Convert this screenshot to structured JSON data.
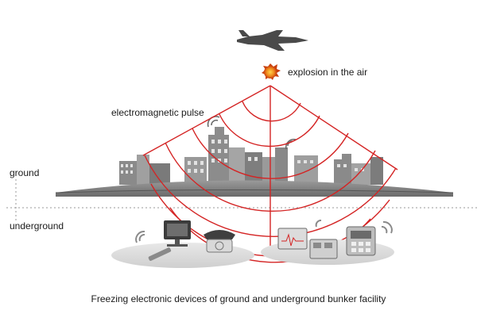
{
  "labels": {
    "explosion": "explosion in the air",
    "pulse": "electromagnetic pulse",
    "ground": "ground",
    "underground": "underground"
  },
  "caption": "Freezing electronic devices of ground and underground bunker facility",
  "colors": {
    "pulse_lines": "#d42424",
    "explosion": "#f08a1c",
    "ground_fill": "#7b7b7b",
    "buildings": "#8a8a8a",
    "aircraft": "#4a4a4a"
  },
  "icons": [
    "fighter-jet-icon",
    "explosion-icon",
    "city-buildings-icon",
    "computer-icon",
    "telephone-icon",
    "control-panel-icon"
  ]
}
